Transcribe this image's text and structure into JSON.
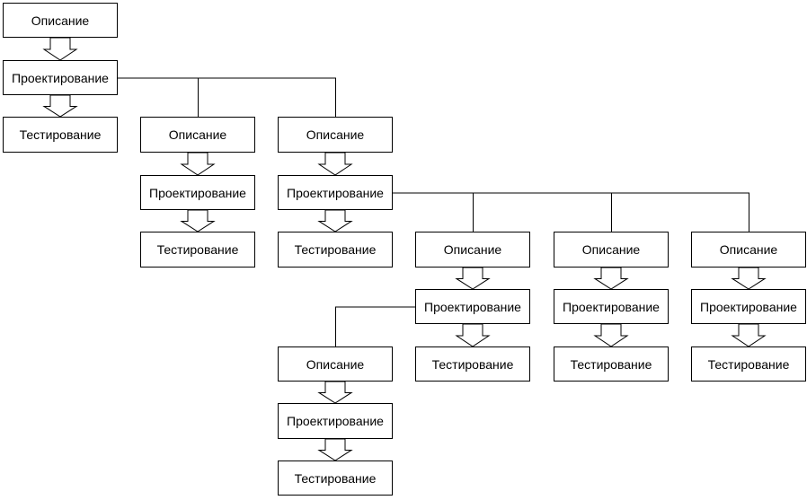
{
  "diagram": {
    "nodes": [
      {
        "id": "n1",
        "label": "Описание"
      },
      {
        "id": "n2",
        "label": "Проектирование"
      },
      {
        "id": "n3",
        "label": "Тестирование"
      },
      {
        "id": "n4",
        "label": "Описание"
      },
      {
        "id": "n5",
        "label": "Проектирование"
      },
      {
        "id": "n6",
        "label": "Тестирование"
      },
      {
        "id": "n7",
        "label": "Описание"
      },
      {
        "id": "n8",
        "label": "Проектирование"
      },
      {
        "id": "n9",
        "label": "Тестирование"
      },
      {
        "id": "n10",
        "label": "Описание"
      },
      {
        "id": "n11",
        "label": "Проектирование"
      },
      {
        "id": "n12",
        "label": "Тестирование"
      },
      {
        "id": "n13",
        "label": "Описание"
      },
      {
        "id": "n14",
        "label": "Проектирование"
      },
      {
        "id": "n15",
        "label": "Тестирование"
      },
      {
        "id": "n16",
        "label": "Описание"
      },
      {
        "id": "n17",
        "label": "Проектирование"
      },
      {
        "id": "n18",
        "label": "Тестирование"
      },
      {
        "id": "n19",
        "label": "Описание"
      },
      {
        "id": "n20",
        "label": "Проектирование"
      },
      {
        "id": "n21",
        "label": "Тестирование"
      }
    ],
    "arrows": [
      [
        "n1",
        "n2"
      ],
      [
        "n2",
        "n3"
      ],
      [
        "n4",
        "n5"
      ],
      [
        "n5",
        "n6"
      ],
      [
        "n7",
        "n8"
      ],
      [
        "n8",
        "n9"
      ],
      [
        "n10",
        "n11"
      ],
      [
        "n11",
        "n12"
      ],
      [
        "n13",
        "n14"
      ],
      [
        "n14",
        "n15"
      ],
      [
        "n16",
        "n17"
      ],
      [
        "n17",
        "n18"
      ],
      [
        "n19",
        "n20"
      ],
      [
        "n20",
        "n21"
      ]
    ],
    "branches": [
      {
        "from": "n2",
        "to": [
          "n4",
          "n7"
        ]
      },
      {
        "from": "n8",
        "to": [
          "n10",
          "n13",
          "n16"
        ]
      },
      {
        "from": "n11",
        "to": [
          "n19"
        ]
      }
    ]
  }
}
